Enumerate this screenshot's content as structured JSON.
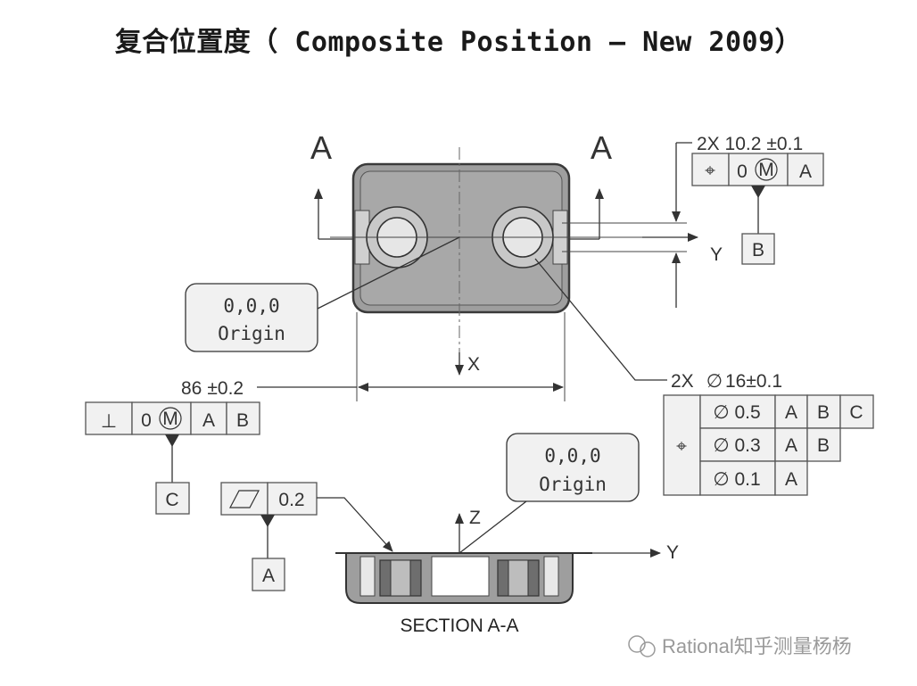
{
  "title": "复合位置度（ Composite Position – New 2009）",
  "view_labels": {
    "left_a": "A",
    "right_a": "A"
  },
  "axes": {
    "x": "X",
    "y_top": "Y",
    "y_section": "Y",
    "z": "Z"
  },
  "top_view": {
    "hole_count_width": "2X 10.2",
    "hole_width_tol": "±0.1",
    "hole_fcf": {
      "symbol": "⌖",
      "tolerance": "0",
      "modifier": "M",
      "datum": "A"
    },
    "datum_b": "B",
    "origin_callout": [
      "0,0,0",
      "Origin"
    ],
    "length_dim": "86",
    "length_tol": "±0.2",
    "perp_fcf": {
      "symbol": "⊥",
      "tolerance": "0",
      "modifier": "M",
      "datum1": "A",
      "datum2": "B"
    },
    "datum_c": "C"
  },
  "composite_fcf": {
    "callout": "2X",
    "dia_symbol": "∅",
    "size": "16±0.1",
    "position_symbol": "⌖",
    "rows": [
      {
        "tol": "∅ 0.5",
        "datums": [
          "A",
          "B",
          "C"
        ]
      },
      {
        "tol": "∅ 0.3",
        "datums": [
          "A",
          "B"
        ]
      },
      {
        "tol": "∅ 0.1",
        "datums": [
          "A"
        ]
      }
    ]
  },
  "section": {
    "flatness_symbol": "▱",
    "flatness_tol": "0.2",
    "datum_a": "A",
    "origin_callout": [
      "0,0,0",
      "Origin"
    ],
    "label": "SECTION A-A"
  },
  "watermark": "Rational知乎测量杨杨",
  "colors": {
    "part_fill": "#9e9e9e",
    "part_stroke": "#3a3a3a",
    "cell_fill": "#f1f1f1",
    "line": "#333333"
  }
}
